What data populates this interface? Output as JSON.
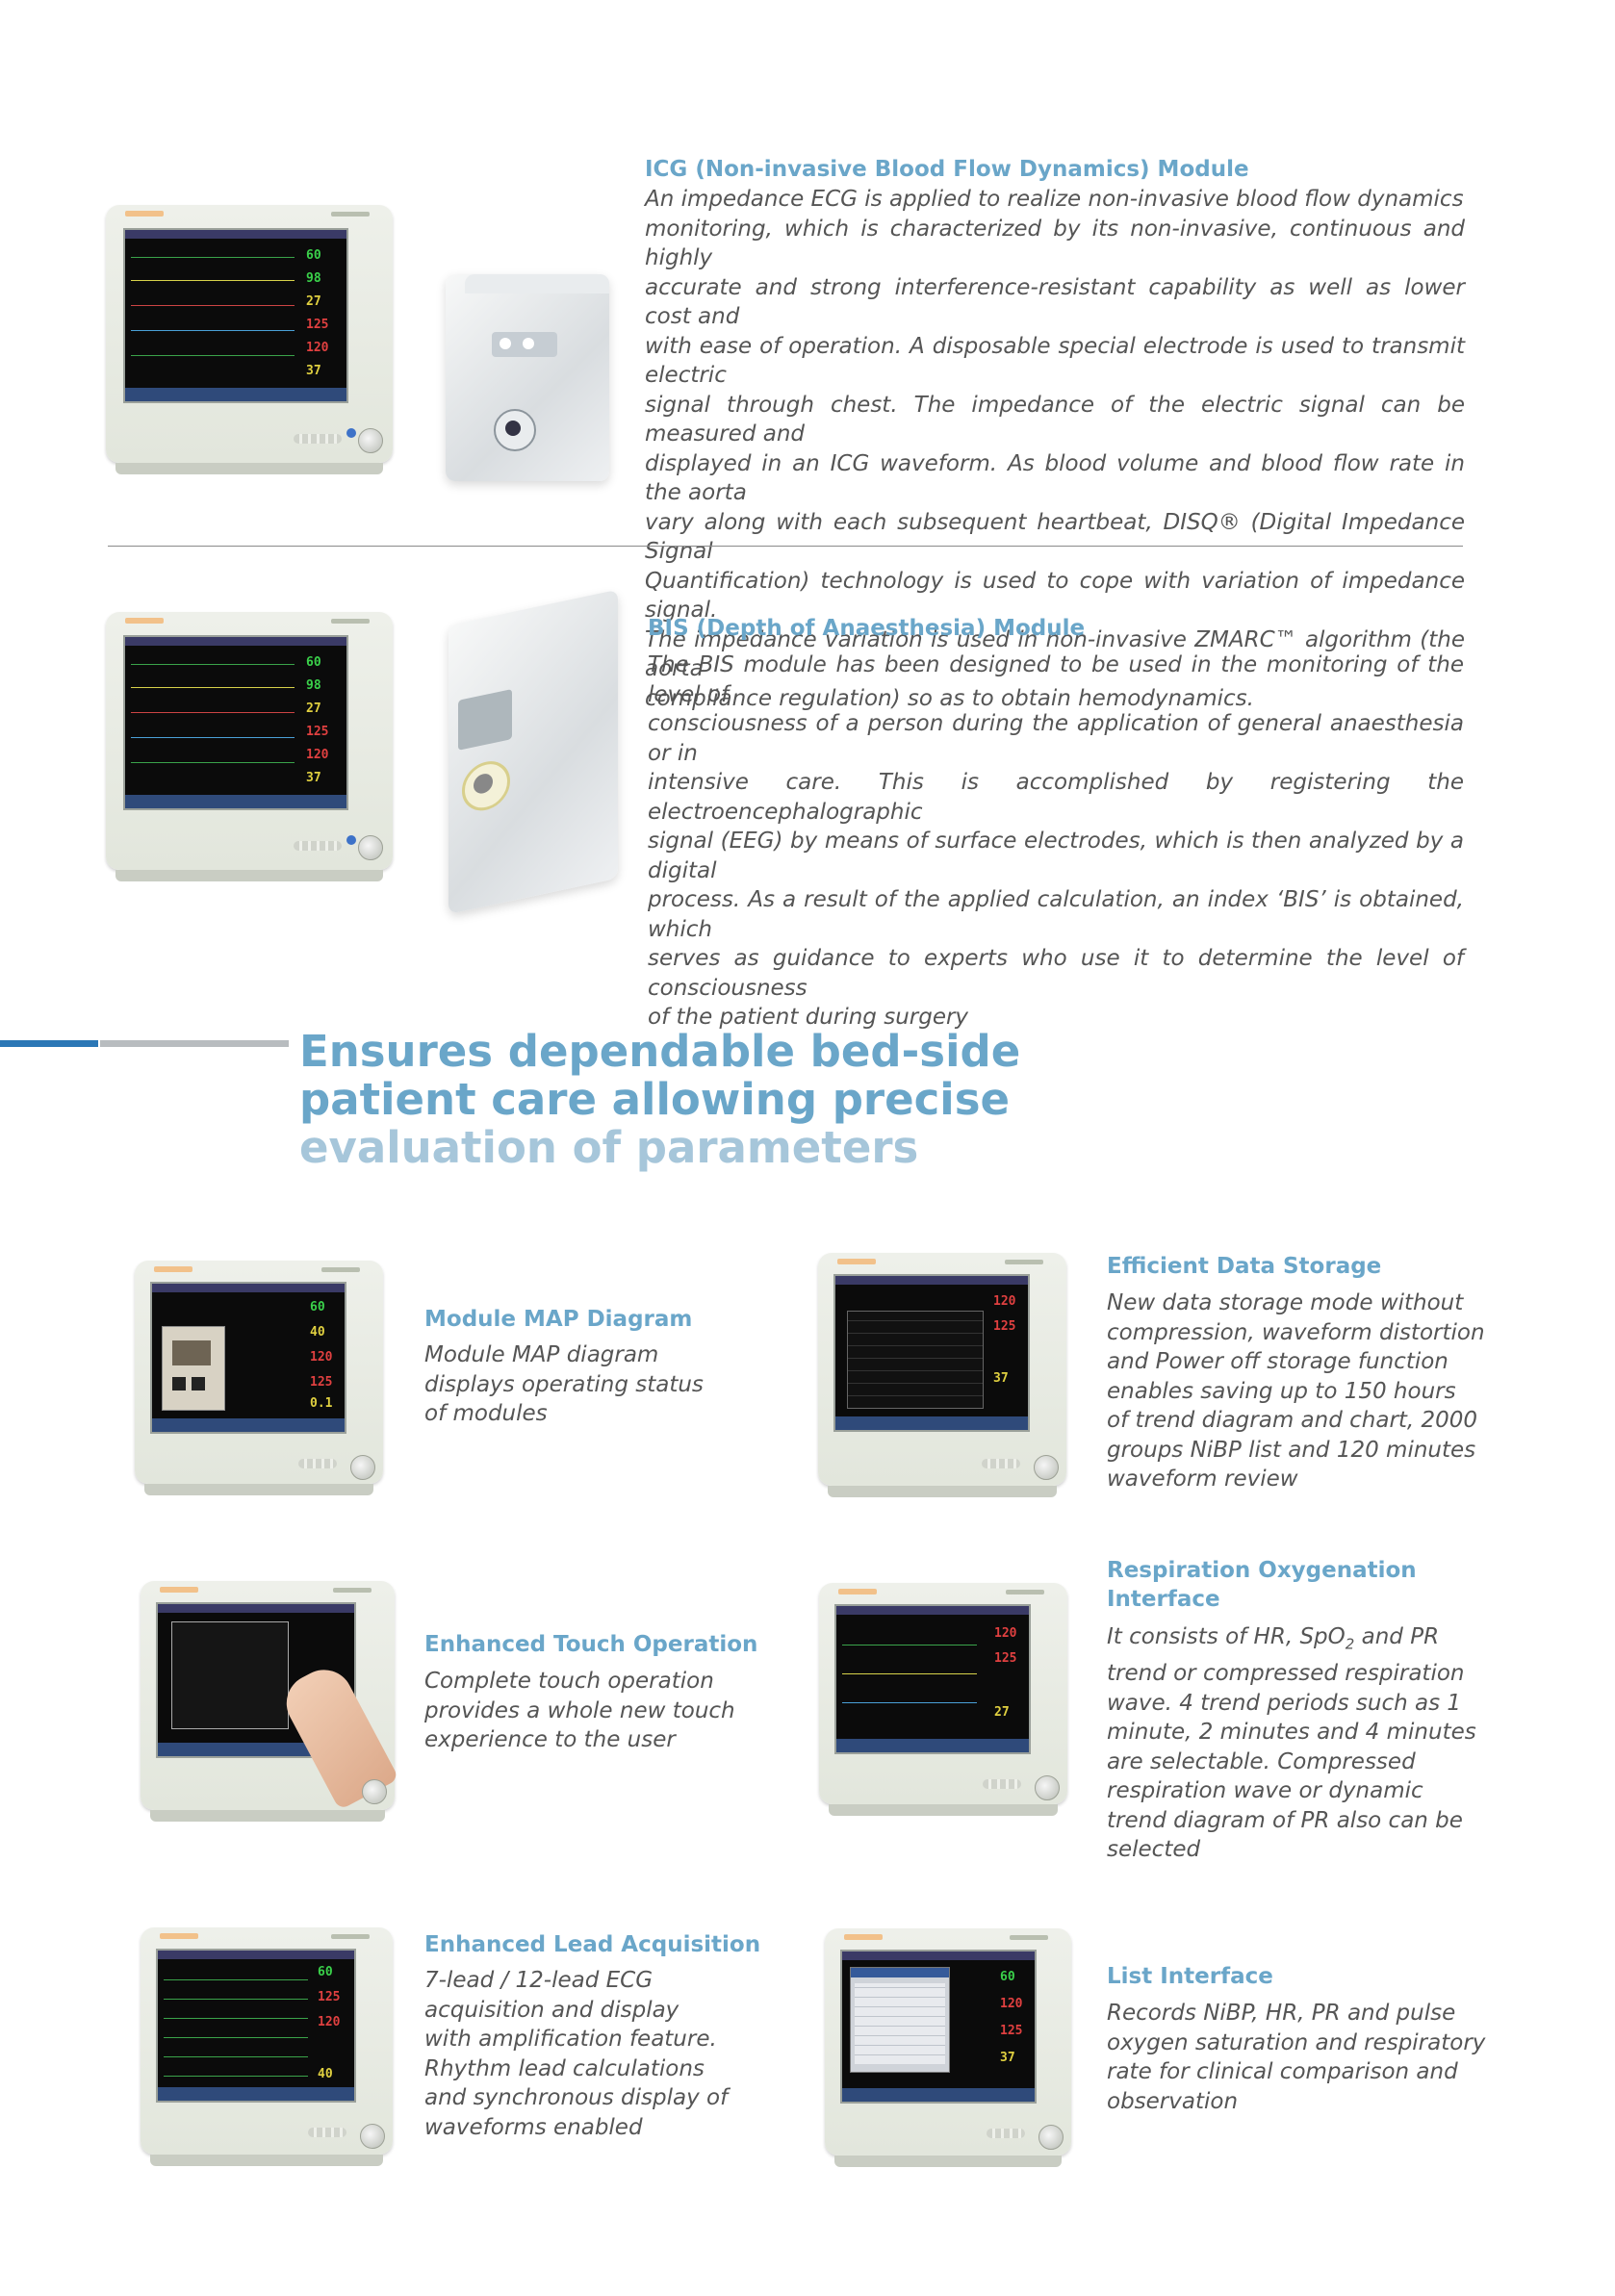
{
  "icg": {
    "title": "ICG (Non-invasive Blood Flow Dynamics) Module",
    "lines": [
      "An impedance ECG is applied to realize non-invasive blood flow dynamics",
      "monitoring, which is characterized by its non-invasive, continuous and highly",
      "accurate and strong interference-resistant capability as well as lower cost and",
      "with ease of operation. A disposable special electrode is used to transmit electric",
      "signal through chest. The impedance of the electric signal can be measured and",
      "displayed in an ICG waveform. As blood volume and blood flow rate in the aorta",
      "vary along with each subsequent heartbeat, DISQ® (Digital Impedance Signal",
      "Quantification) technology is used to cope with variation of impedance signal.",
      "The impedance variation is used in non-invasive ZMARC™ algorithm (the aorta",
      "compliance regulation) so as to obtain hemodynamics."
    ]
  },
  "bis": {
    "title": "BIS (Depth of Anaesthesia) Module",
    "lines": [
      "The BIS module has been designed to be used in the monitoring of the level of",
      "consciousness of a person during the application of general anaesthesia or in",
      "intensive care. This is accomplished by registering the electroencephalographic",
      "signal (EEG) by means of surface electrodes, which is then analyzed by a digital",
      "process. As a result of the applied calculation, an index ‘BIS’ is obtained, which",
      "serves as guidance to experts who use it to determine the level of consciousness",
      "of the patient during surgery"
    ]
  },
  "headline": {
    "line1": "Ensures dependable bed-side",
    "line2": "patient care allowing precise",
    "line3": "evaluation of parameters"
  },
  "features": {
    "map": {
      "title": "Module MAP Diagram",
      "lines": [
        "Module MAP diagram",
        "displays operating status",
        "of modules"
      ]
    },
    "storage": {
      "title": "Efficient Data Storage",
      "lines": [
        "New data storage mode without",
        "compression, waveform distortion",
        "and Power off storage function",
        "enables saving up to 150 hours",
        "of trend diagram and chart, 2000",
        "groups NiBP list and 120 minutes",
        "waveform review"
      ]
    },
    "touch": {
      "title": "Enhanced Touch Operation",
      "lines": [
        "Complete touch operation",
        "provides a whole new touch",
        "experience to the user"
      ]
    },
    "resp": {
      "title1": "Respiration Oxygenation",
      "title2": "Interface",
      "line1_pre": "It consists of HR, SpO",
      "line1_sub": "2",
      "line1_post": " and PR",
      "lines": [
        "trend or compressed respiration",
        "wave. 4 trend periods such as 1",
        "minute, 2 minutes and 4 minutes",
        "are selectable. Compressed",
        "respiration wave or dynamic",
        "trend diagram of PR also can be",
        "selected"
      ]
    },
    "lead": {
      "title": "Enhanced Lead Acquisition",
      "lines": [
        "7-lead / 12-lead ECG",
        "acquisition and display",
        "with amplification feature.",
        "Rhythm lead calculations",
        "and synchronous display of",
        "waveforms enabled"
      ]
    },
    "list": {
      "title": "List Interface",
      "lines": [
        "Records NiBP, HR, PR and pulse",
        "oxygen saturation and respiratory",
        "rate for clinical comparison and",
        "observation"
      ]
    }
  },
  "colors": {
    "accent_blue": "#6aa6c9",
    "rule_blue": "#2b77b6",
    "rule_grey": "#b8bcbf",
    "headline_grey": "#a6c6da"
  }
}
